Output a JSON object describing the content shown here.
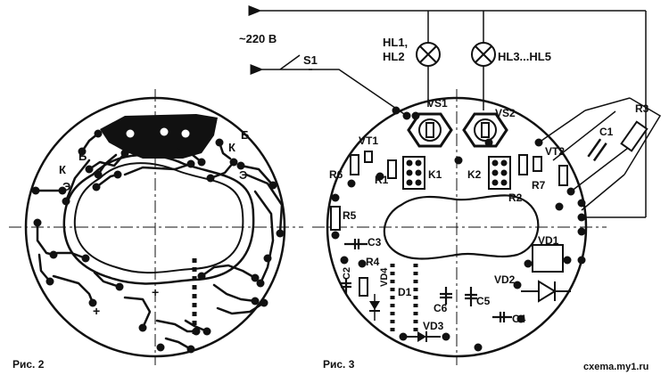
{
  "figures": {
    "fig2_caption": "Рис. 2",
    "fig3_caption": "Рис. 3"
  },
  "fig2": {
    "labels": {
      "b_left": "Б",
      "k_left": "К",
      "e_left": "Э",
      "b_right": "Б",
      "k_right": "К",
      "e_right": "Э",
      "plus_a": "+",
      "plus_b": "+"
    }
  },
  "fig3": {
    "supply_label": "~220 В",
    "switch_label": "S1",
    "lamp1_label_line1": "HL1,",
    "lamp1_label_line2": "HL2",
    "lamp2_label": "HL3...HL5",
    "components": {
      "vs1": "VS1",
      "vs2": "VS2",
      "vt1": "VT1",
      "vt2": "VT2",
      "r1": "R1",
      "r2": "R2",
      "r3": "R3",
      "r4": "R4",
      "r5": "R5",
      "r6": "R6",
      "r7": "R7",
      "k1": "K1",
      "k2": "K2",
      "c1": "C1",
      "c2": "C2",
      "c3": "C3",
      "c4": "C4",
      "c5": "C5",
      "c6": "C6",
      "vd1": "VD1",
      "vd2": "VD2",
      "vd3": "VD3",
      "vd4": "VD4",
      "d1": "D1"
    }
  },
  "watermark": "cxema.my1.ru",
  "colors": {
    "ink": "#111111",
    "paper": "#ffffff"
  }
}
